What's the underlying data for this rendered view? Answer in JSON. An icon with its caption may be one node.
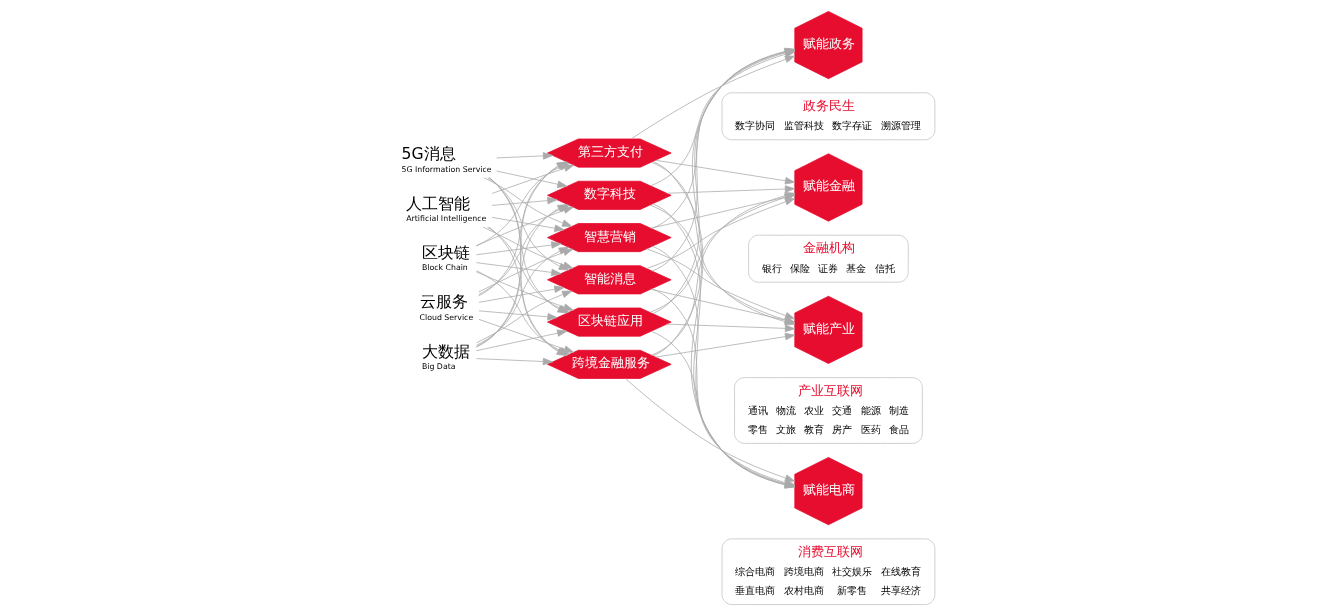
{
  "diagram": {
    "nodes": [
      {
        "text": [
          "人工智能",
          "Artificial Intelligence"
        ]
      },
      {
        "text": [
          "区块链",
          "Block Chain"
        ]
      },
      {
        "text": [
          "云服务",
          "Cloud Service"
        ]
      },
      {
        "text": [
          "大数据",
          "Big Data"
        ]
      },
      {
        "text": [
          "5G消息",
          "5G Information Service"
        ]
      },
      {
        "text": [
          "第三方支付"
        ]
      },
      {
        "text": [
          "数字科技"
        ]
      },
      {
        "text": [
          "智慧营销"
        ]
      },
      {
        "text": [
          "智能消息"
        ]
      },
      {
        "text": [
          "区块链应用"
        ]
      },
      {
        "text": [
          "跨境金融服务"
        ]
      },
      {
        "text": [
          "赋能政务"
        ]
      },
      {
        "text": [
          "政务民生",
          "数字协同",
          "监管科技",
          "数字存证",
          "溯源管理"
        ]
      },
      {
        "text": [
          "赋能金融"
        ]
      },
      {
        "text": [
          "金融机构",
          "银行",
          "保险",
          "证券",
          "基金",
          "信托"
        ]
      },
      {
        "text": [
          "赋能产业"
        ]
      },
      {
        "text": [
          "产业互联网",
          "通讯",
          "物流",
          "农业",
          "交通",
          "能源",
          "制造",
          "零售",
          "文旅",
          "教育",
          "房产",
          "医药",
          "食品"
        ]
      },
      {
        "text": [
          "赋能电商"
        ]
      },
      {
        "text": [
          "消费互联网",
          "综合电商",
          "跨境电商",
          "社交娱乐",
          "在线教育",
          "垂直电商",
          "农村电商",
          "新零售",
          "共享经济"
        ]
      }
    ],
    "edges": [
      {
        "from": 0,
        "to": 5,
        "arrow": "to"
      },
      {
        "from": 0,
        "to": 6,
        "arrow": "to"
      },
      {
        "from": 0,
        "to": 7,
        "arrow": "to"
      },
      {
        "from": 0,
        "to": 8,
        "arrow": "to"
      },
      {
        "from": 0,
        "to": 9,
        "arrow": "to"
      },
      {
        "from": 0,
        "to": 10,
        "arrow": "to"
      },
      {
        "from": 1,
        "to": 5,
        "arrow": "to"
      },
      {
        "from": 1,
        "to": 6,
        "arrow": "to"
      },
      {
        "from": 1,
        "to": 7,
        "arrow": "to"
      },
      {
        "from": 1,
        "to": 8,
        "arrow": "to"
      },
      {
        "from": 1,
        "to": 9,
        "arrow": "to"
      },
      {
        "from": 1,
        "to": 10,
        "arrow": "to"
      },
      {
        "from": 2,
        "to": 5,
        "arrow": "to"
      },
      {
        "from": 2,
        "to": 6,
        "arrow": "to"
      },
      {
        "from": 2,
        "to": 7,
        "arrow": "to"
      },
      {
        "from": 2,
        "to": 8,
        "arrow": "to"
      },
      {
        "from": 2,
        "to": 9,
        "arrow": "to"
      },
      {
        "from": 2,
        "to": 10,
        "arrow": "to"
      },
      {
        "from": 3,
        "to": 5,
        "arrow": "to"
      },
      {
        "from": 3,
        "to": 6,
        "arrow": "to"
      },
      {
        "from": 3,
        "to": 7,
        "arrow": "to"
      },
      {
        "from": 3,
        "to": 8,
        "arrow": "to"
      },
      {
        "from": 3,
        "to": 9,
        "arrow": "to"
      },
      {
        "from": 3,
        "to": 10,
        "arrow": "to"
      },
      {
        "from": 4,
        "to": 5,
        "arrow": "to"
      },
      {
        "from": 4,
        "to": 6,
        "arrow": "to"
      },
      {
        "from": 4,
        "to": 7,
        "arrow": "to"
      },
      {
        "from": 4,
        "to": 8,
        "arrow": "to"
      },
      {
        "from": 4,
        "to": 9,
        "arrow": "to"
      },
      {
        "from": 4,
        "to": 10,
        "arrow": "to"
      },
      {
        "from": 5,
        "to": 11,
        "arrow": "to"
      },
      {
        "from": 5,
        "to": 13,
        "arrow": "to"
      },
      {
        "from": 5,
        "to": 15,
        "arrow": "to"
      },
      {
        "from": 5,
        "to": 17,
        "arrow": "to"
      },
      {
        "from": 6,
        "to": 11,
        "arrow": "to"
      },
      {
        "from": 6,
        "to": 13,
        "arrow": "to"
      },
      {
        "from": 6,
        "to": 15,
        "arrow": "to"
      },
      {
        "from": 6,
        "to": 17,
        "arrow": "to"
      },
      {
        "from": 7,
        "to": 11,
        "arrow": "to"
      },
      {
        "from": 7,
        "to": 13,
        "arrow": "to"
      },
      {
        "from": 7,
        "to": 15,
        "arrow": "to"
      },
      {
        "from": 7,
        "to": 17,
        "arrow": "to"
      },
      {
        "from": 8,
        "to": 11,
        "arrow": "to"
      },
      {
        "from": 8,
        "to": 13,
        "arrow": "to"
      },
      {
        "from": 8,
        "to": 15,
        "arrow": "to"
      },
      {
        "from": 8,
        "to": 17,
        "arrow": "to"
      },
      {
        "from": 9,
        "to": 11,
        "arrow": "to"
      },
      {
        "from": 9,
        "to": 13,
        "arrow": "to"
      },
      {
        "from": 9,
        "to": 15,
        "arrow": "to"
      },
      {
        "from": 9,
        "to": 17,
        "arrow": "to"
      },
      {
        "from": 10,
        "to": 11,
        "arrow": "to"
      },
      {
        "from": 10,
        "to": 13,
        "arrow": "to"
      },
      {
        "from": 10,
        "to": 15,
        "arrow": "to"
      },
      {
        "from": 10,
        "to": 17,
        "arrow": "to"
      }
    ]
  }
}
